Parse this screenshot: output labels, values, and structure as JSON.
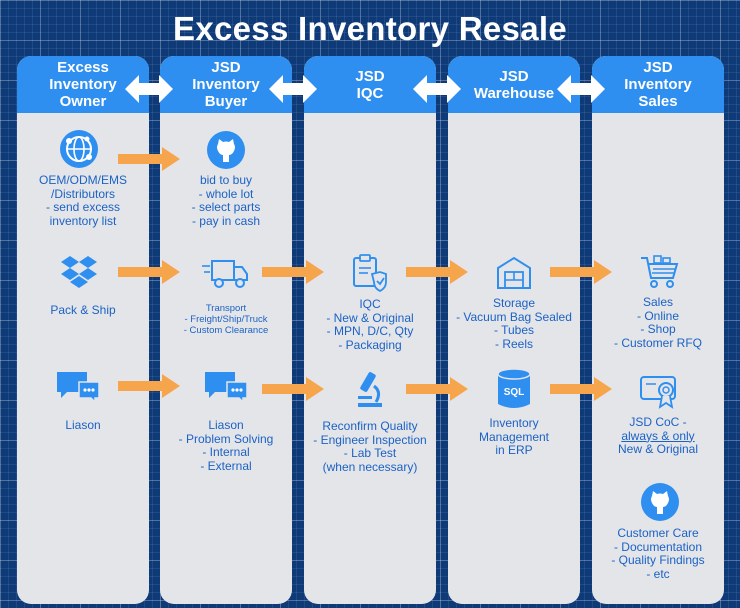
{
  "title": "Excess Inventory Resale",
  "columns": [
    {
      "header_lines": [
        "Excess",
        "Inventory",
        "Owner"
      ]
    },
    {
      "header_lines": [
        "JSD",
        "Inventory",
        "Buyer"
      ]
    },
    {
      "header_lines": [
        "JSD",
        "IQC"
      ]
    },
    {
      "header_lines": [
        "JSD",
        "Warehouse"
      ]
    },
    {
      "header_lines": [
        "JSD",
        "Inventory",
        "Sales"
      ]
    }
  ],
  "blocks": {
    "owner_distributors": [
      "OEM/ODM/EMS",
      "/Distributors",
      "- send excess",
      "inventory list"
    ],
    "buyer_bid": [
      "bid to buy",
      "- whole lot",
      "- select parts",
      "- pay in cash"
    ],
    "owner_pack": [
      "Pack & Ship"
    ],
    "buyer_transport": [
      "Transport",
      "- Freight/Ship/Truck",
      "- Custom Clearance"
    ],
    "iqc": [
      "IQC",
      "- New & Original",
      "- MPN, D/C, Qty",
      "- Packaging"
    ],
    "storage": [
      "Storage",
      "- Vacuum Bag Sealed",
      "- Tubes",
      "- Reels"
    ],
    "sales": [
      "Sales",
      "- Online",
      "- Shop",
      "- Customer RFQ"
    ],
    "owner_liason": [
      "Liason"
    ],
    "buyer_liason": [
      "Liason",
      "- Problem Solving",
      "- Internal",
      "- External"
    ],
    "reconfirm": [
      "Reconfirm Quality",
      "- Engineer Inspection",
      "- Lab Test",
      "(when necessary)"
    ],
    "inventory_mgmt": [
      "Inventory",
      "Management",
      "in ERP"
    ],
    "coc": [
      "JSD CoC -",
      "always & only",
      "New & Original"
    ],
    "customer_care": [
      "Customer Care",
      "- Documentation",
      "- Quality Findings",
      "- etc"
    ]
  },
  "sql_label": "SQL",
  "colors": {
    "background": "#0e3a78",
    "header": "#2f8ff0",
    "column": "#e4e5e8",
    "text": "#1b62c6",
    "arrow": "#f6a54c"
  },
  "icons": [
    "globe-network-icon",
    "github-icon",
    "dropbox-icon",
    "truck-icon",
    "clipboard-check-icon",
    "warehouse-box-icon",
    "shopping-cart-icon",
    "chat-bubbles-icon",
    "microscope-icon",
    "sql-database-icon",
    "certificate-icon"
  ]
}
